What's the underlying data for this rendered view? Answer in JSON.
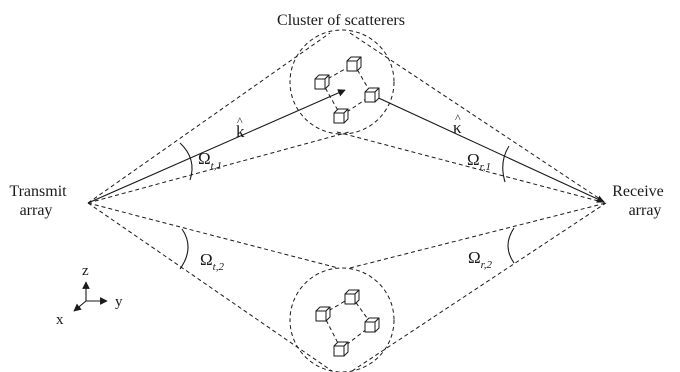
{
  "labels": {
    "cluster_title": "Cluster of scatterers",
    "transmit_line1": "Transmit",
    "transmit_line2": "array",
    "receive_line1": "Receive",
    "receive_line2": "array",
    "k_vec": "k",
    "k_hat": "^",
    "kappa_vec": "κ",
    "kappa_hat": "^",
    "omega": "Ω",
    "omega_t1_sub": "t,1",
    "omega_r1_sub": "r,1",
    "omega_t2_sub": "t,2",
    "omega_r2_sub": "r,2",
    "axis_z": "z",
    "axis_y": "y",
    "axis_x": "x"
  },
  "colors": {
    "ink": "#1a1a1a",
    "background": "#ffffff"
  }
}
